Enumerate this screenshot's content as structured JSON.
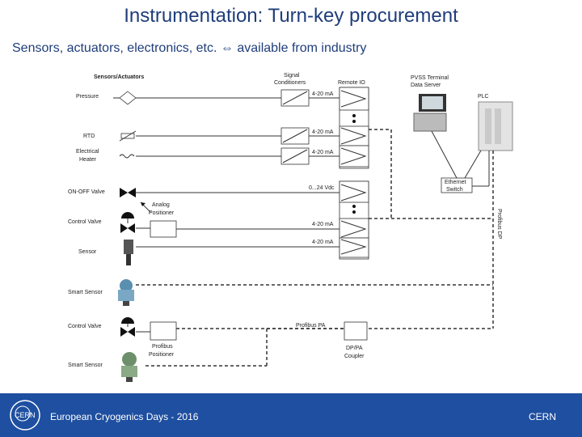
{
  "slide": {
    "title": "Instrumentation: Turn-key procurement",
    "subtitle": "Sensors, actuators, electronics, etc. ⇔ available from industry"
  },
  "diagram": {
    "headers": {
      "sensors_actuators": "Sensors/Actuators",
      "signal_conditioners_1": "Signal",
      "signal_conditioners_2": "Conditioners",
      "remote_io": "Remote IO",
      "pvss_1": "PVSS Terminal",
      "pvss_2": "Data Server",
      "plc": "PLC"
    },
    "devices": {
      "pressure": "Pressure",
      "rtd": "RTD",
      "heater_1": "Electrical",
      "heater_2": "Heater",
      "onoff_valve": "ON-OFF Valve",
      "control_valve_1": "Control Valve",
      "sensor": "Sensor",
      "smart_sensor_1": "Smart Sensor",
      "control_valve_2": "Control Valve",
      "smart_sensor_2": "Smart Sensor"
    },
    "signals": {
      "s1": "4-20 mA",
      "s2": "4-20 mA",
      "s3": "4-20 mA",
      "s4": "0...24 Vdc",
      "s5": "4-20 mA",
      "s6": "4-20 mA"
    },
    "labels": {
      "analog_positioner_1": "Analog",
      "analog_positioner_2": "Positioner",
      "profibus_positioner_1": "Profibus",
      "profibus_positioner_2": "Positioner",
      "ethernet_1": "Ethernet",
      "ethernet_2": "Switch",
      "profibus_dp": "Profibus DP",
      "profibus_pa": "Profibus PA",
      "coupler_1": "DP/PA",
      "coupler_2": "Coupler"
    }
  },
  "footer": {
    "event": "European Cryogenics Days - 2016",
    "org": "CERN",
    "logo_text": "CERN",
    "bg_color": "#1e4fa0"
  }
}
